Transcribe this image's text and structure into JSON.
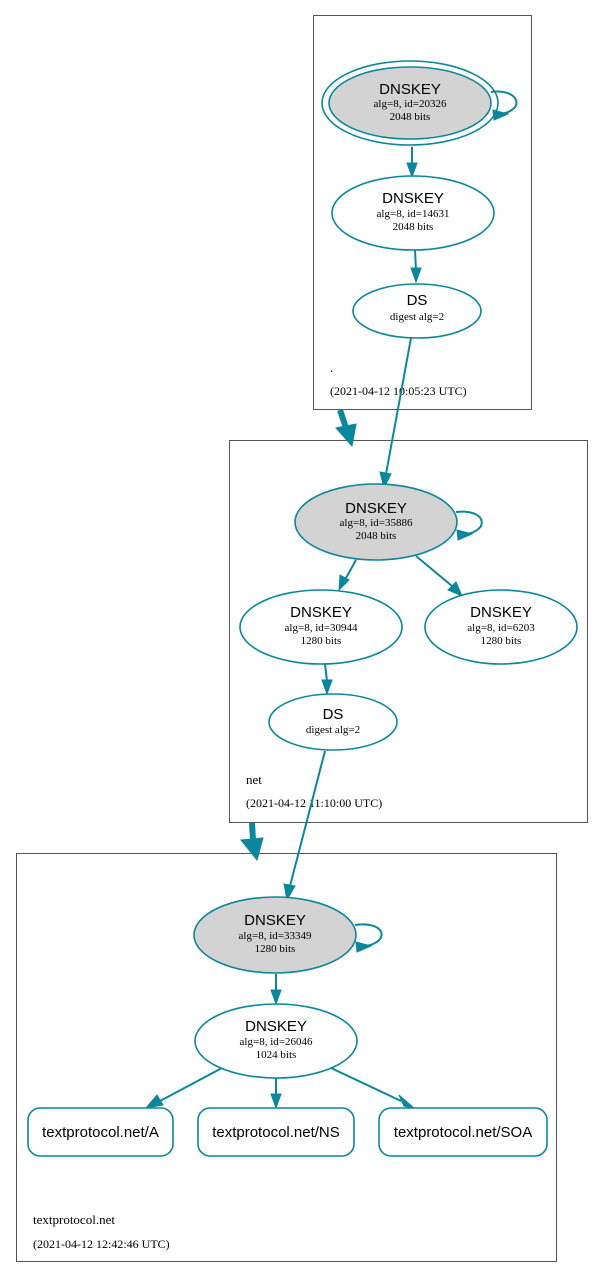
{
  "colors": {
    "edge": "#0a879a",
    "ksk_fill": "#d3d3d3",
    "zsk_fill": "#ffffff",
    "cluster_border": "#555555"
  },
  "zones": {
    "root": {
      "name": ".",
      "timestamp": "(2021-04-12 10:05:23 UTC)"
    },
    "net": {
      "name": "net",
      "timestamp": "(2021-04-12 11:10:00 UTC)"
    },
    "textprotocol": {
      "name": "textprotocol.net",
      "timestamp": "(2021-04-12 12:42:46 UTC)"
    }
  },
  "nodes": {
    "root_ksk": {
      "type": "DNSKEY",
      "line1": "alg=8, id=20326",
      "line2": "2048 bits"
    },
    "root_zsk": {
      "type": "DNSKEY",
      "line1": "alg=8, id=14631",
      "line2": "2048 bits"
    },
    "root_ds": {
      "type": "DS",
      "line1": "digest alg=2"
    },
    "net_ksk": {
      "type": "DNSKEY",
      "line1": "alg=8, id=35886",
      "line2": "2048 bits"
    },
    "net_zsk1": {
      "type": "DNSKEY",
      "line1": "alg=8, id=30944",
      "line2": "1280 bits"
    },
    "net_zsk2": {
      "type": "DNSKEY",
      "line1": "alg=8, id=6203",
      "line2": "1280 bits"
    },
    "net_ds": {
      "type": "DS",
      "line1": "digest alg=2"
    },
    "tp_ksk": {
      "type": "DNSKEY",
      "line1": "alg=8, id=33349",
      "line2": "1280 bits"
    },
    "tp_zsk": {
      "type": "DNSKEY",
      "line1": "alg=8, id=26046",
      "line2": "1024 bits"
    },
    "rr_a": {
      "label": "textprotocol.net/A"
    },
    "rr_ns": {
      "label": "textprotocol.net/NS"
    },
    "rr_soa": {
      "label": "textprotocol.net/SOA"
    }
  }
}
